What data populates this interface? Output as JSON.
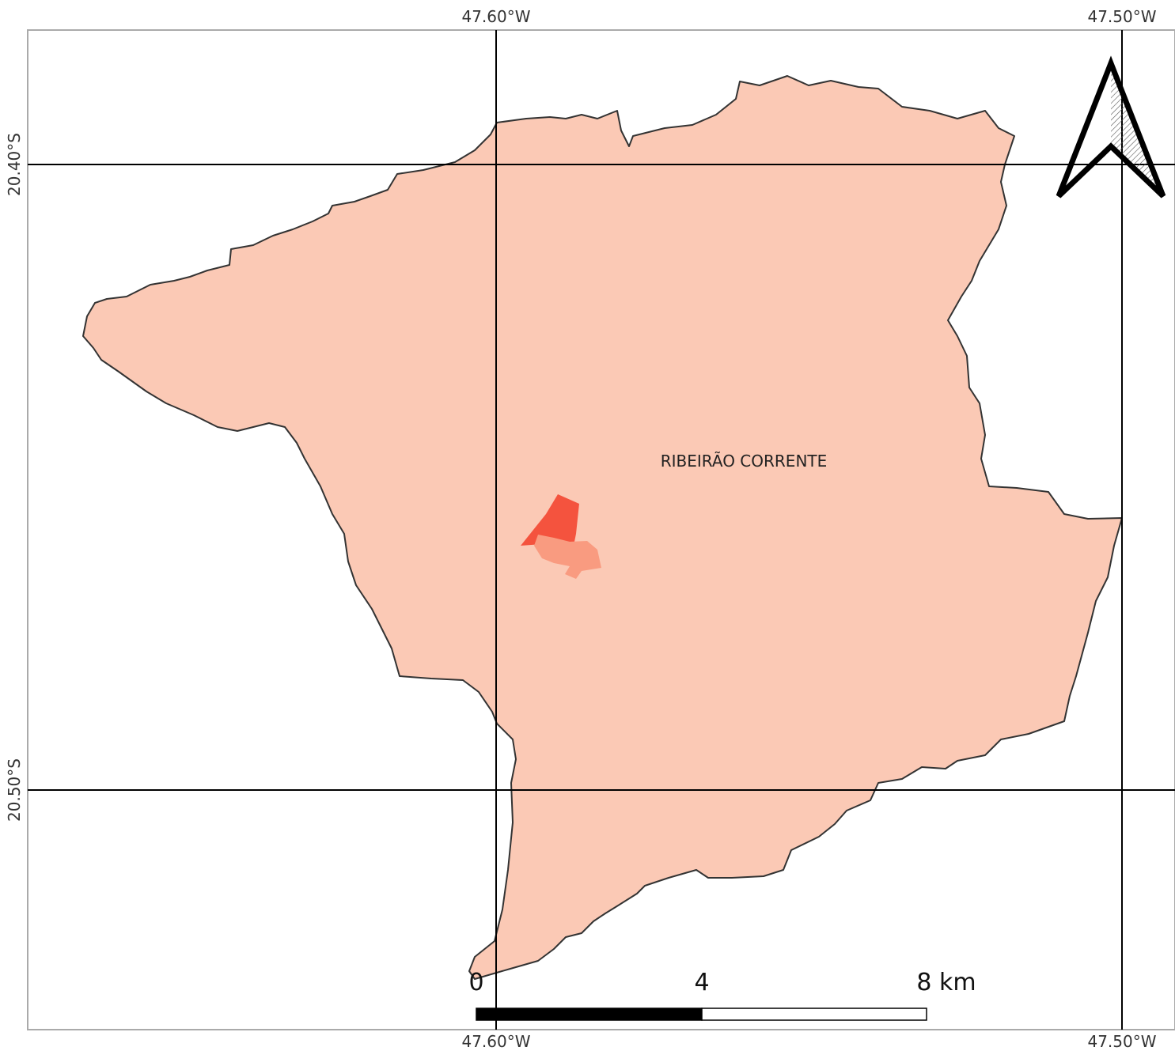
{
  "map": {
    "place_label": "RIBEIRÃO CORRENTE",
    "grid": {
      "top_labels": [
        "47.60°W",
        "47.50°W"
      ],
      "bottom_labels": [
        "47.60°W",
        "47.50°W"
      ],
      "left_labels": [
        "20.40°S",
        "20.50°S"
      ]
    },
    "scale_bar": {
      "labels": [
        "0",
        "4",
        "8 km"
      ]
    },
    "north_arrow_icon": "north-arrow-icon",
    "colors": {
      "municipality_fill": "#fbc9b5",
      "urban_dark": "#f4533e",
      "urban_light": "#f99b80",
      "outline": "#333333",
      "grid": "#000000",
      "frame": "#aaaaaa"
    }
  }
}
